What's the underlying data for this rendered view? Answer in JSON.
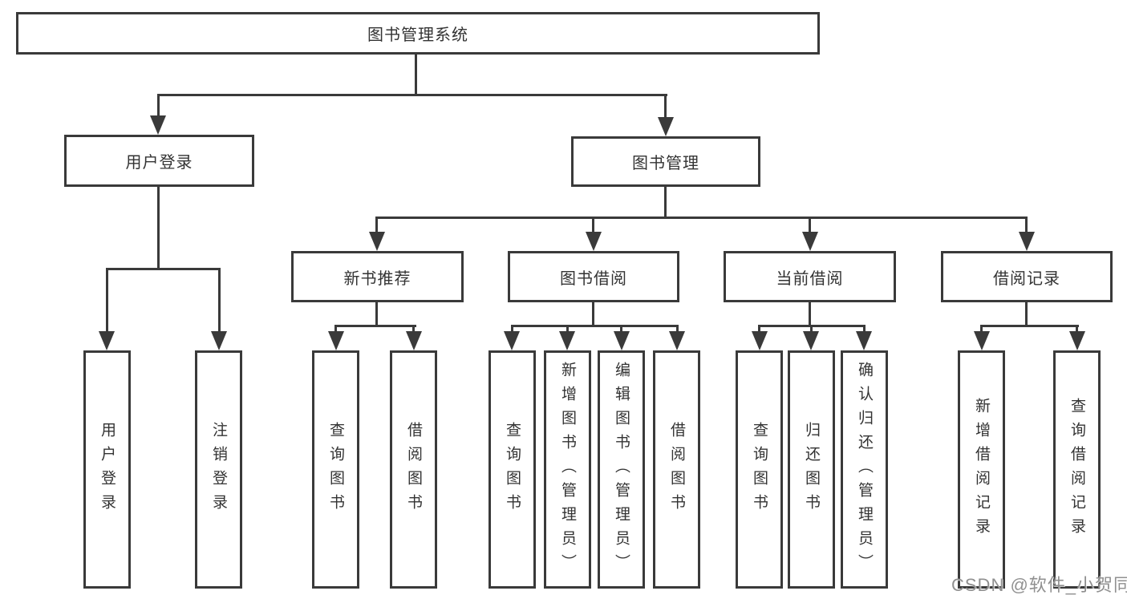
{
  "colors": {
    "line": "#3a3a3a",
    "text": "#333333",
    "watermark": "#909090",
    "background": "#ffffff"
  },
  "diagram_type": "hierarchy-tree",
  "tree": {
    "label": "图书管理系统",
    "children": [
      {
        "label": "用户登录",
        "children": [
          {
            "label": "用户登录"
          },
          {
            "label": "注销登录"
          }
        ]
      },
      {
        "label": "图书管理",
        "children": [
          {
            "label": "新书推荐",
            "children": [
              {
                "label": "查询图书"
              },
              {
                "label": "借阅图书"
              }
            ]
          },
          {
            "label": "图书借阅",
            "children": [
              {
                "label": "查询图书"
              },
              {
                "label": "新增图书（管理员）"
              },
              {
                "label": "编辑图书（管理员）"
              },
              {
                "label": "借阅图书"
              }
            ]
          },
          {
            "label": "当前借阅",
            "children": [
              {
                "label": "查询图书"
              },
              {
                "label": "归还图书"
              },
              {
                "label": "确认归还（管理员）"
              }
            ]
          },
          {
            "label": "借阅记录",
            "children": [
              {
                "label": "新增借阅记录"
              },
              {
                "label": "查询借阅记录"
              }
            ]
          }
        ]
      }
    ]
  },
  "watermark": {
    "text": "CSDN @软件_小贺同学"
  }
}
